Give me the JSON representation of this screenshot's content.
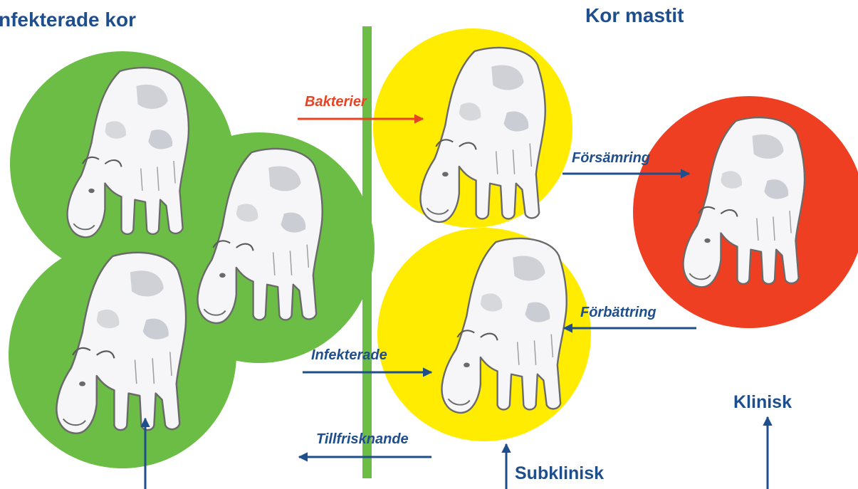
{
  "titles": {
    "left": "nfekterade kor",
    "right": "Kor mastit"
  },
  "arrows": {
    "bacteria": "Bakterier",
    "worsening": "Försämring",
    "improvement": "Förbättring",
    "infected": "Infekterade",
    "recovery": "Tillfrisknande"
  },
  "stages": {
    "subclinical": "Subklinisk",
    "clinical": "Klinisk"
  },
  "colors": {
    "healthy": "#6bbd45",
    "subclinical": "#ffec00",
    "clinical": "#ef3f23",
    "divider": "#6bbd45",
    "navy": "#1f4e8c",
    "bacteria": "#e84424"
  },
  "icons": [
    "cow-icon"
  ]
}
